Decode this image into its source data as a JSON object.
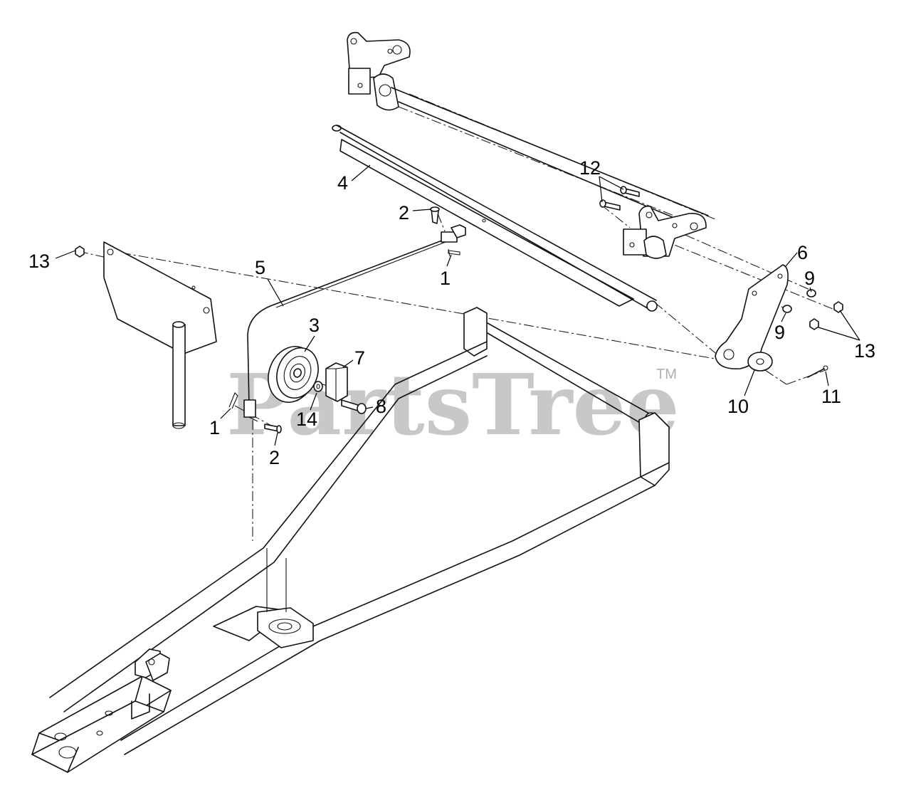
{
  "watermark": {
    "brand": "PartsTree",
    "trademark": "TM"
  },
  "callouts": {
    "c1a": "1",
    "c1b": "1",
    "c2a": "2",
    "c2b": "2",
    "c3": "3",
    "c4": "4",
    "c5": "5",
    "c6": "6",
    "c7": "7",
    "c8": "8",
    "c9a": "9",
    "c9b": "9",
    "c10": "10",
    "c11": "11",
    "c12": "12",
    "c13a": "13",
    "c13b": "13",
    "c14": "14"
  }
}
